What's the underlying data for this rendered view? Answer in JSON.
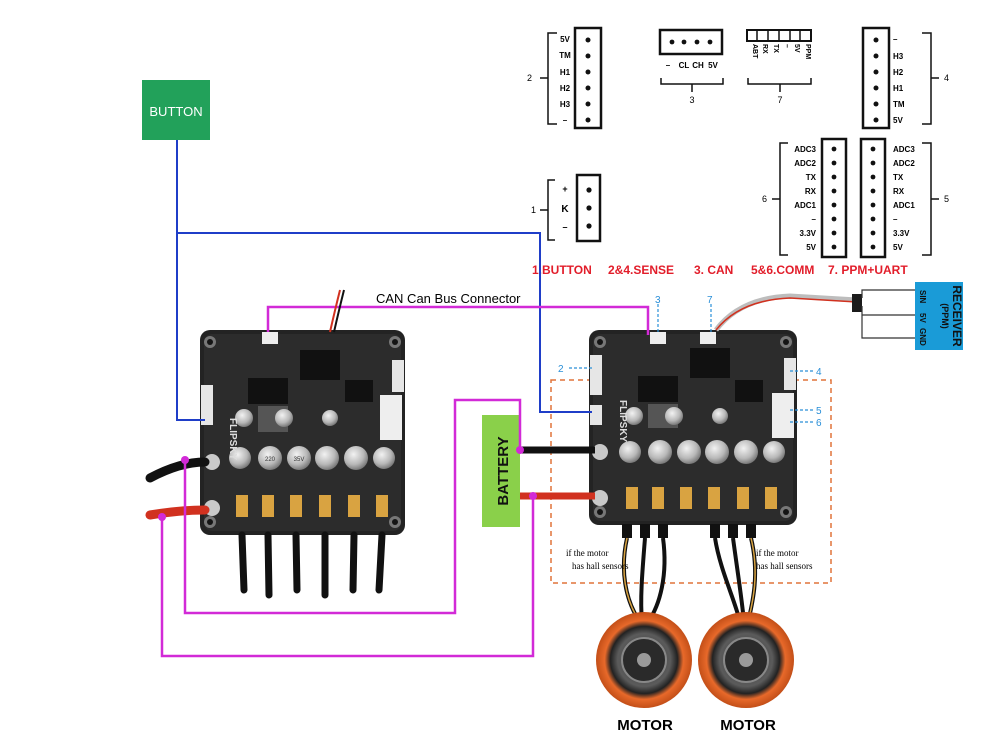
{
  "button_box": {
    "label": "BUTTON",
    "color": "#22a15a"
  },
  "battery": {
    "label": "BATTERY",
    "color": "#8ad04a"
  },
  "can_label": "CAN Can Bus Connector",
  "legend": {
    "button": "1.BUTTON",
    "sense": "2&4.SENSE",
    "can": "3. CAN",
    "comm": "5&6.COMM",
    "ppm": "7. PPM+UART",
    "color": "#e21d2a"
  },
  "connectors": {
    "c1": {
      "num": "1",
      "pins": [
        "+",
        "K",
        "–"
      ]
    },
    "c2": {
      "num": "2",
      "pins": [
        "5V",
        "TM",
        "H1",
        "H2",
        "H3",
        "–"
      ]
    },
    "c3": {
      "num": "3",
      "pins": [
        "–",
        "CL",
        "CH",
        "5V"
      ]
    },
    "c4": {
      "num": "4",
      "pins": [
        "–",
        "H3",
        "H2",
        "H1",
        "TM",
        "5V"
      ]
    },
    "c5": {
      "num": "5",
      "pins": [
        "ADC3",
        "ADC2",
        "TX",
        "RX",
        "ADC1",
        "–",
        "3.3V",
        "5V"
      ]
    },
    "c6": {
      "num": "6",
      "pins": [
        "ADC3",
        "ADC2",
        "TX",
        "RX",
        "ADC1",
        "–",
        "3.3V",
        "5V"
      ]
    },
    "c7": {
      "num": "7",
      "pins": [
        "ABT",
        "RX",
        "TX",
        "–",
        "5V",
        "PPM"
      ]
    }
  },
  "receiver": {
    "title": "RECEIVER",
    "sub": "(PPM)",
    "pins": [
      "SIN",
      "5V",
      "GND"
    ],
    "color": "#1a9bd7"
  },
  "board_marks": [
    "2",
    "3",
    "7",
    "4",
    "5",
    "6"
  ],
  "hall_note_line1": "if the motor",
  "hall_note_line2": "has hall sensors",
  "motor_left": "MOTOR",
  "motor_right": "MOTOR",
  "board_brand": "FLIPSKY",
  "capacitors": [
    "220",
    "35V"
  ]
}
